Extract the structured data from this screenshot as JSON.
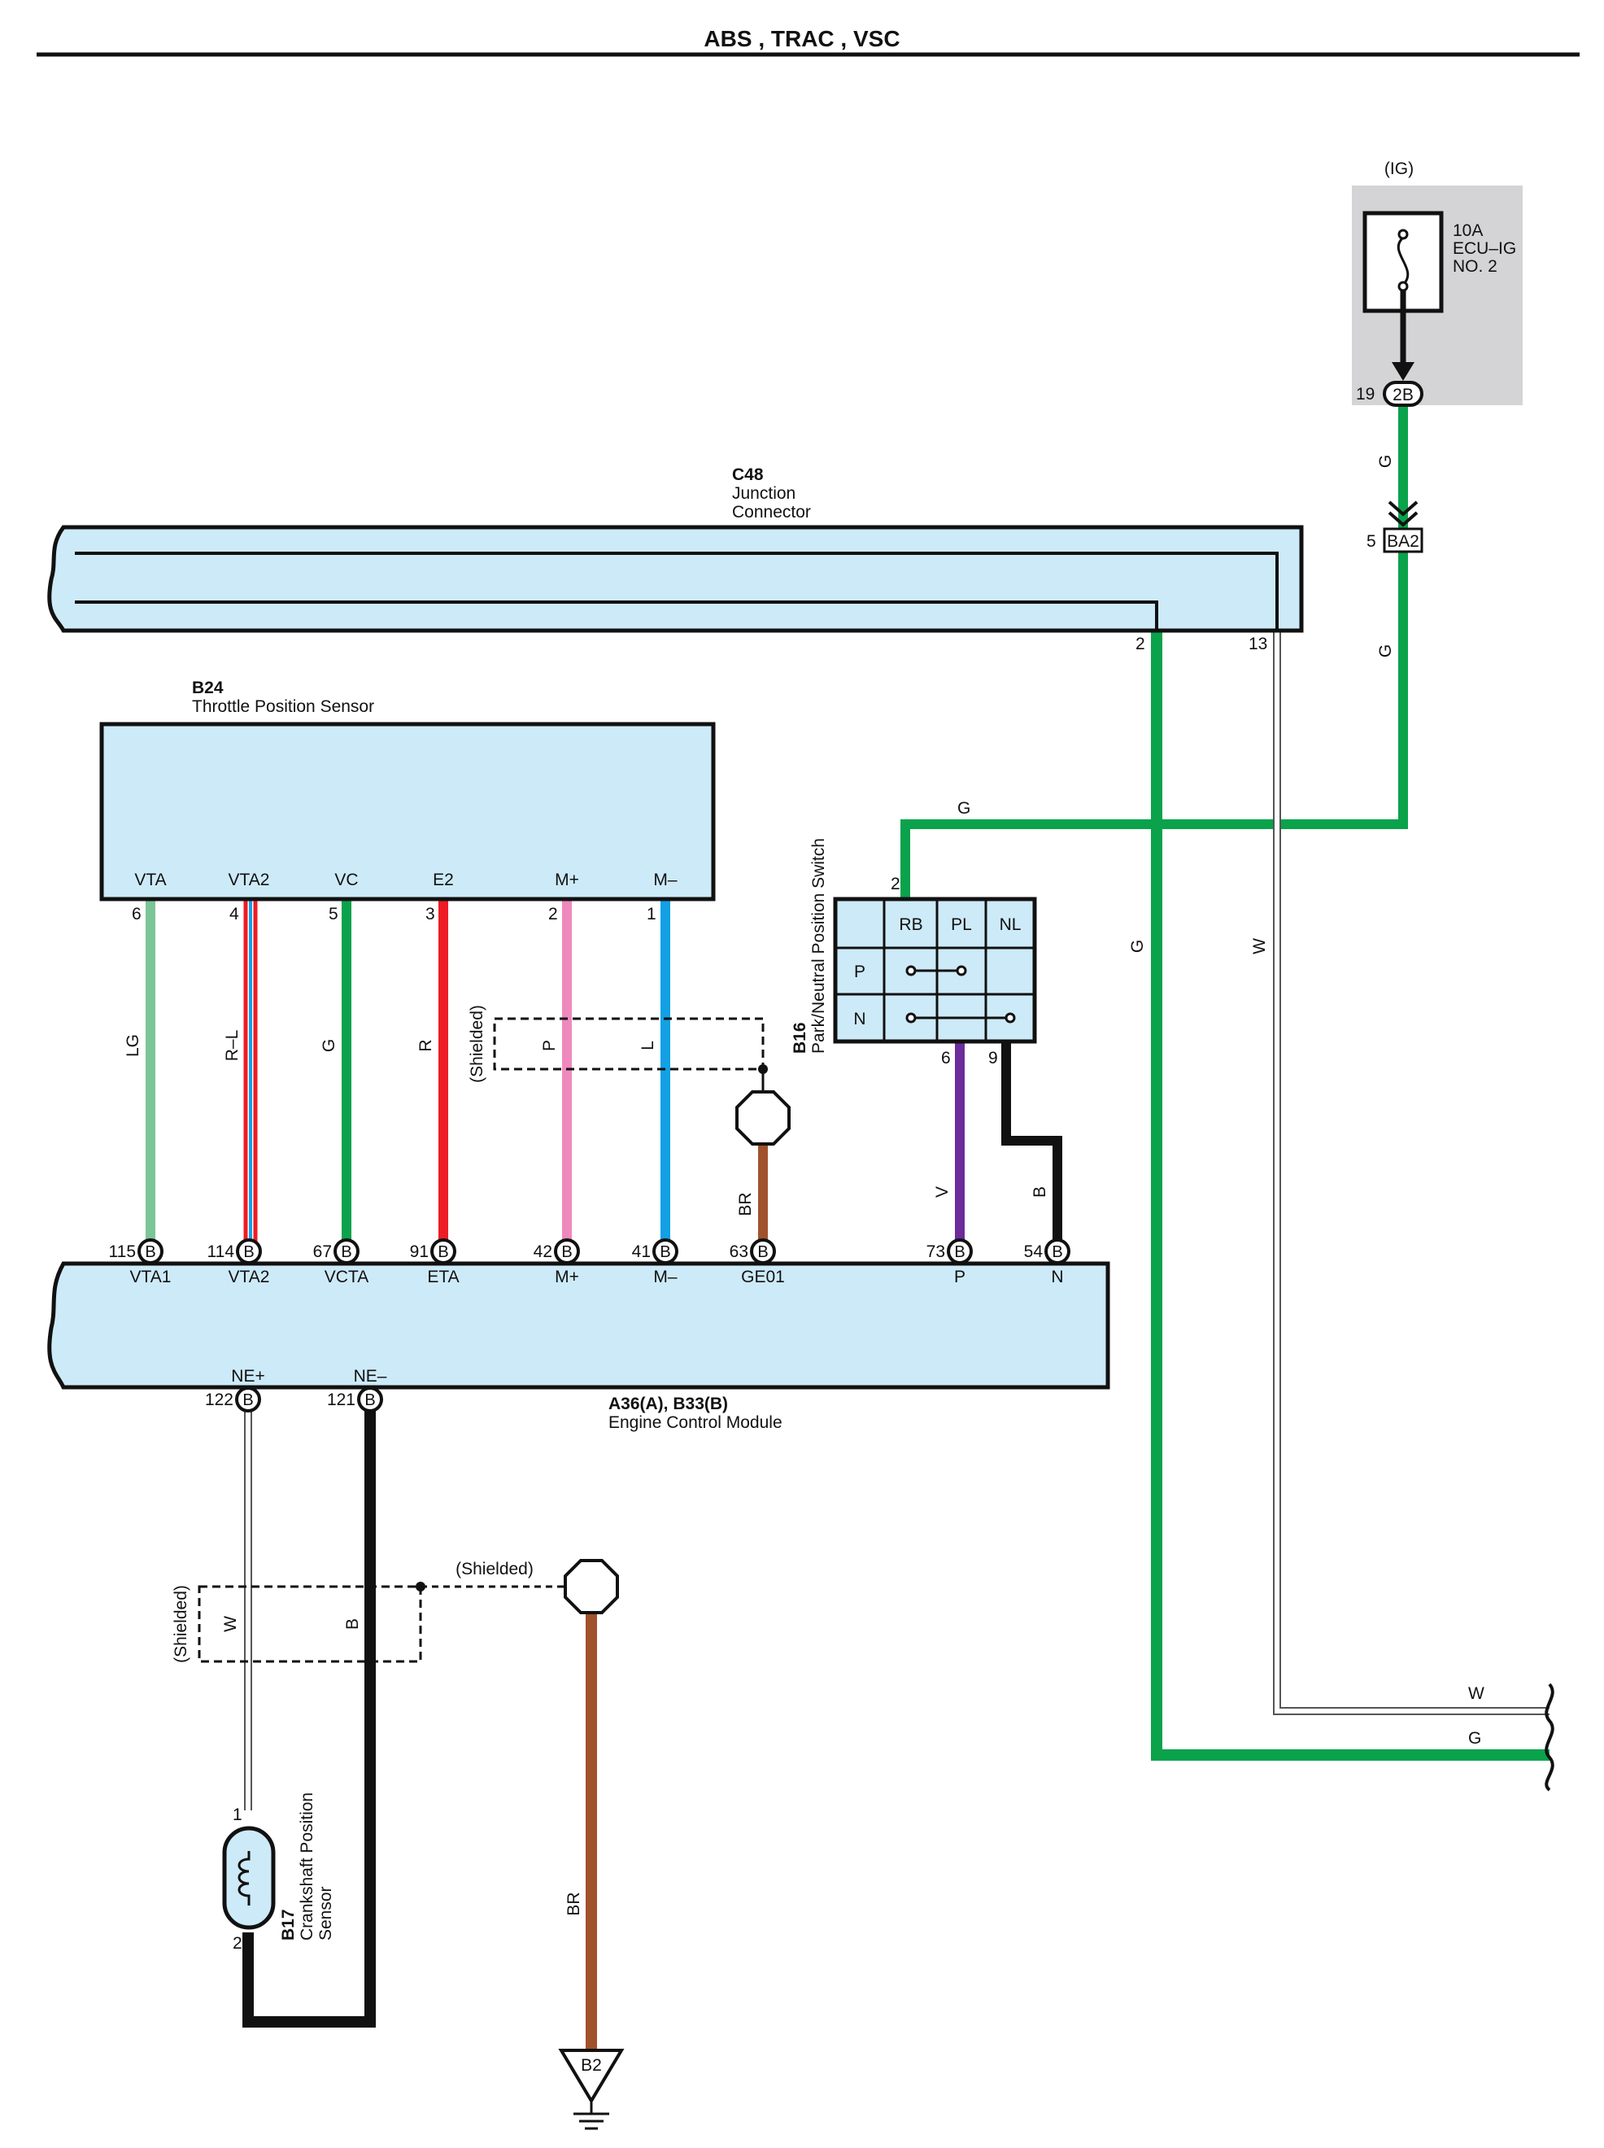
{
  "header": {
    "title": "ABS , TRAC , VSC"
  },
  "colors": {
    "LG": "#7cc596",
    "G": "#0aa24b",
    "R": "#ee1c25",
    "P": "#ef89bd",
    "L": "#13a0e5",
    "BR": "#a0522d",
    "V": "#6c2c9a",
    "B": "#111111",
    "W": "#ffffff",
    "connector_fill": "#cdeaf8",
    "fuse_box_fill": "#d4d4d6"
  },
  "fuse": {
    "group_label": "(IG)",
    "rating": "10A",
    "name_line1": "ECU–IG",
    "name_line2": "NO. 2",
    "pin": "19",
    "connector": "2B"
  },
  "ba2": {
    "pin": "5",
    "label": "BA2"
  },
  "c48": {
    "code": "C48",
    "name_line1": "Junction",
    "name_line2": "Connector",
    "pin_2": "2",
    "pin_13": "13"
  },
  "b24": {
    "code": "B24",
    "name": "Throttle Position Sensor",
    "terminals": [
      {
        "name": "VTA",
        "pin": "6",
        "wire": "LG"
      },
      {
        "name": "VTA2",
        "pin": "4",
        "wire": "R–L"
      },
      {
        "name": "VC",
        "pin": "5",
        "wire": "G"
      },
      {
        "name": "E2",
        "pin": "3",
        "wire": "R"
      },
      {
        "name": "M+",
        "pin": "2",
        "wire": "P"
      },
      {
        "name": "M–",
        "pin": "1",
        "wire": "L"
      }
    ],
    "shield_label": "(Shielded)"
  },
  "b16": {
    "code": "B16",
    "name": "Park/Neutral Position Switch",
    "cols": [
      "RB",
      "PL",
      "NL"
    ],
    "rows": [
      "P",
      "N"
    ],
    "pin_in": "2",
    "pin_p": "6",
    "pin_n": "9",
    "wire_p": "V",
    "wire_n": "B"
  },
  "ecm": {
    "code": "A36(A), B33(B)",
    "name": "Engine Control Module",
    "conn": "B",
    "top_terminals": [
      {
        "pin": "115",
        "name": "VTA1"
      },
      {
        "pin": "114",
        "name": "VTA2"
      },
      {
        "pin": "67",
        "name": "VCTA"
      },
      {
        "pin": "91",
        "name": "ETA"
      },
      {
        "pin": "42",
        "name": "M+"
      },
      {
        "pin": "41",
        "name": "M–"
      },
      {
        "pin": "63",
        "name": "GE01"
      },
      {
        "pin": "73",
        "name": "P"
      },
      {
        "pin": "54",
        "name": "N"
      }
    ],
    "bottom_terminals": [
      {
        "pin": "122",
        "name": "NE+"
      },
      {
        "pin": "121",
        "name": "NE–"
      }
    ]
  },
  "b17": {
    "code": "B17",
    "name_line1": "Crankshaft Position",
    "name_line2": "Sensor",
    "pin_1": "1",
    "pin_2": "2",
    "wire_1": "W",
    "wire_2": "B",
    "shield_label": "(Shielded)"
  },
  "ground": {
    "label": "B2",
    "wire": "BR"
  },
  "wire_labels": {
    "g": "G",
    "w": "W",
    "br": "BR"
  }
}
